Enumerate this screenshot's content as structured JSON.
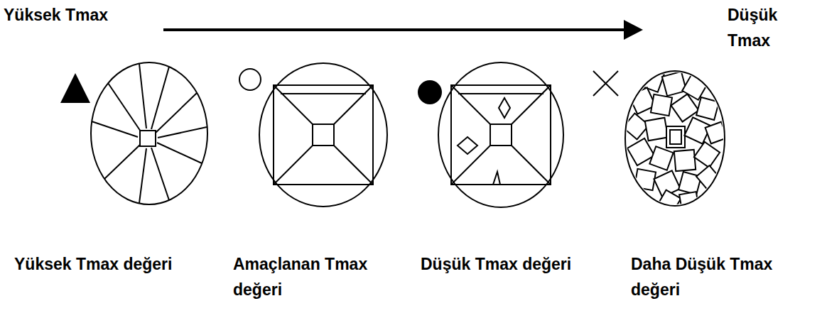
{
  "diagram": {
    "labels": [
      "Yüksek Tmax",
      "Düşük Tmax",
      "Yüksek Tmax değeri",
      "Amaçlanan Tmax değeri",
      "Düşük Tmax değeri",
      "Daha Düşük Tmax değeri"
    ]
  }
}
